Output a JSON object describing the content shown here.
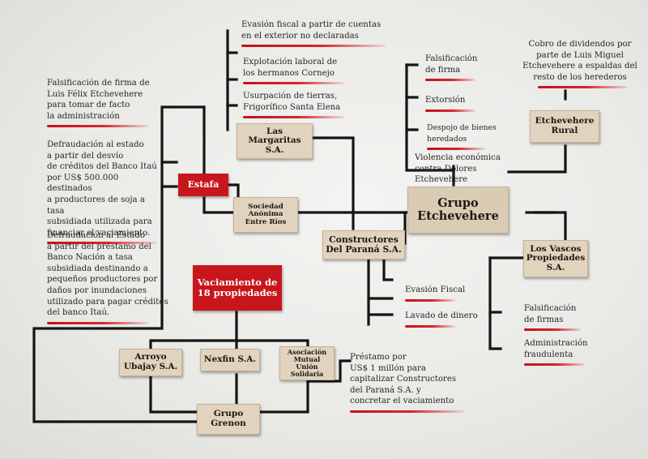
{
  "nodes": {
    "las_margaritas": "Las\nMargaritas\nS.A.",
    "sociedad": "Sociedad\nAnónima\nEntre Ríos",
    "estafa": "Estafa",
    "vaciamiento": "Vaciamiento de\n18 propiedades",
    "constructores": "Constructores\nDel Paraná S.A.",
    "grupo_etchevehere": "Grupo\nEtchevehere",
    "etchevehere_rural": "Etchevehere\nRural",
    "los_vascos": "Los Vascos\nPropiedades\nS.A.",
    "arroyo": "Arroyo\nUbajay S.A.",
    "nexfin": "Nexfin S.A.",
    "asociacion": "Asociación\nMutual\nUnión\nSolidaria",
    "grupo_grenon": "Grupo\nGrenon"
  },
  "notes": {
    "falsificacion_firma_luis": "Falsificación de firma de\nLuis Félix Etchevehere\npara tomar de facto\nla administración",
    "defraudacion_itau": "Defraudación al estado\na partir del desvío\nde créditos del Banco Itaú\npor US$ 500.000 destinados\na productores de soja a tasa\nsubsidiada utilizada para\nfinanciar el vaciamiento.",
    "defraudacion_nacion": "Defraudación al Estado\na partir del préstamo del\nBanco Nación a tasa\nsubsidiada destinando a\npequeños productores por\ndaños por inundaciones\nutilizado para pagar créditos\ndel banco Itaú.",
    "evasion_cuentas": "Evasión fiscal a partir de cuentas\nen el exterior no declaradas",
    "explotacion": "Explotación laboral de\nlos hermanos Cornejo",
    "usurpacion": "Usurpación de tierras,\nFrigorífico Santa Elena",
    "falsificacion_firma": "Falsificación\nde firma",
    "extorsion": "Extorsión",
    "despojo": "Despojo de bienes\nheredados",
    "violencia": "Violencia económica\ncontra Dolores\nEtchevehere",
    "cobro": "Cobro de dividendos por\nparte de Luis Miguel\nEtchevehere a espaldas del\nresto de los herederos",
    "evasion_fiscal": "Evasión Fiscal",
    "lavado": "Lavado de dinero",
    "falsificacion_firmas": "Falsificación\nde firmas",
    "administracion": "Administración\nfraudulenta",
    "prestamo": "Préstamo por\nUS$ 1 millón para\ncapitalizar Constructores\ndel Paraná S.A. y\nconcretar el vaciamiento"
  },
  "colors": {
    "accent_red": "#c8161d",
    "paper": "#e1d3be",
    "line": "#151515"
  }
}
